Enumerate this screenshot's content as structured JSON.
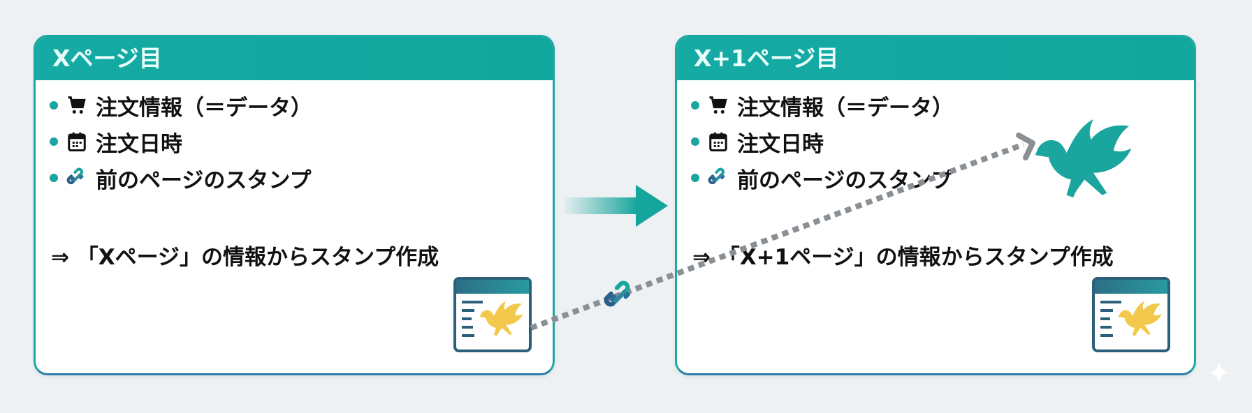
{
  "cards": [
    {
      "title": "Xページ目",
      "items": [
        {
          "icon": "cart-icon",
          "label": "注文情報（＝データ）"
        },
        {
          "icon": "calendar-icon",
          "label": "注文日時"
        },
        {
          "icon": "link-icon",
          "label": "前のページのスタンプ"
        }
      ],
      "result": "⇒ 「Xページ」の情報からスタンプ作成"
    },
    {
      "title": "X+1ページ目",
      "items": [
        {
          "icon": "cart-icon",
          "label": "注文情報（＝データ）"
        },
        {
          "icon": "calendar-icon",
          "label": "注文日時"
        },
        {
          "icon": "link-icon",
          "label": "前のページのスタンプ"
        }
      ],
      "result": "⇒ 「X+1ページ」の情報からスタンプ作成"
    }
  ],
  "colors": {
    "accent": "#15aaa4",
    "stamp_gold": "#f2c94c",
    "bird_teal": "#1aa59e",
    "link_gray": "#8a8f94"
  }
}
